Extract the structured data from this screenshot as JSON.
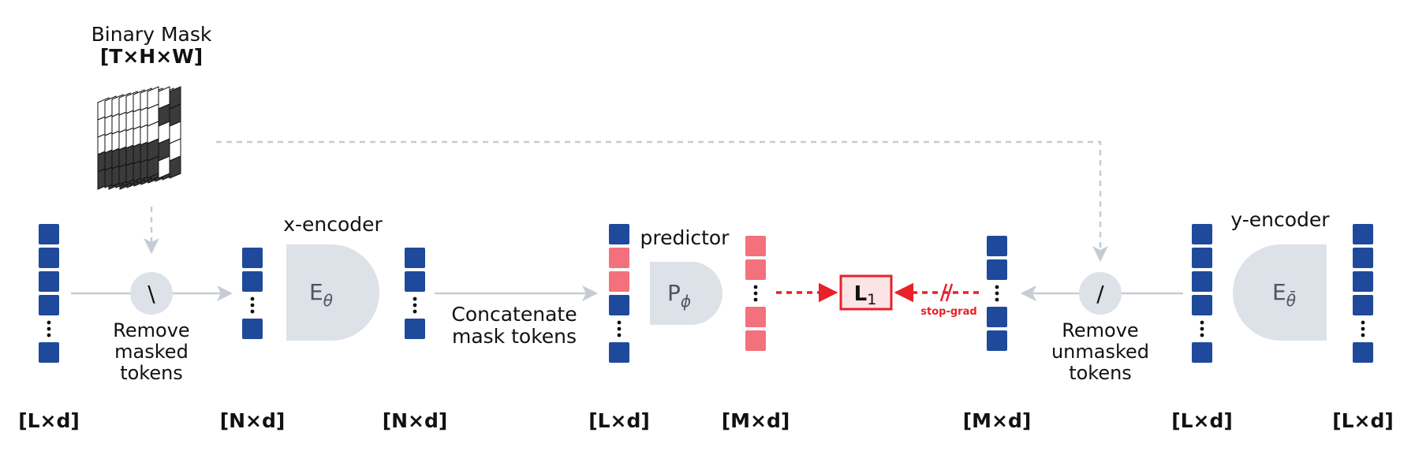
{
  "mask": {
    "title": "Binary Mask",
    "shape": "[T×H×W]"
  },
  "stages": {
    "remove_masked": {
      "symbol": "\\",
      "caption": [
        "Remove",
        "masked",
        "tokens"
      ]
    },
    "x_encoder": {
      "name": "x-encoder",
      "symbol": "E",
      "subscript": "θ"
    },
    "concatenate": {
      "caption": [
        "Concatenate",
        "mask tokens"
      ]
    },
    "predictor": {
      "name": "predictor",
      "symbol": "P",
      "subscript": "ϕ"
    },
    "loss": {
      "symbol": "L",
      "subscript": "1"
    },
    "stop_grad": {
      "label": "stop-grad"
    },
    "remove_unmasked": {
      "symbol": "/",
      "caption": [
        "Remove",
        "unmasked",
        "tokens"
      ]
    },
    "y_encoder": {
      "name": "y-encoder",
      "symbol": "E",
      "subscript": "θ̄"
    }
  },
  "dimensions": [
    "[L×d]",
    "[N×d]",
    "[N×d]",
    "[L×d]",
    "[M×d]",
    "[M×d]",
    "[L×d]",
    "[L×d]"
  ],
  "colors": {
    "token": "#1f4a9c",
    "mask_token": "#f2717c",
    "block": "#dde2e8",
    "arrow": "#c6ccd4",
    "loss": "#e8202a",
    "loss_fill": "#fde4e4",
    "mask_dark": "#3b3b3b"
  }
}
